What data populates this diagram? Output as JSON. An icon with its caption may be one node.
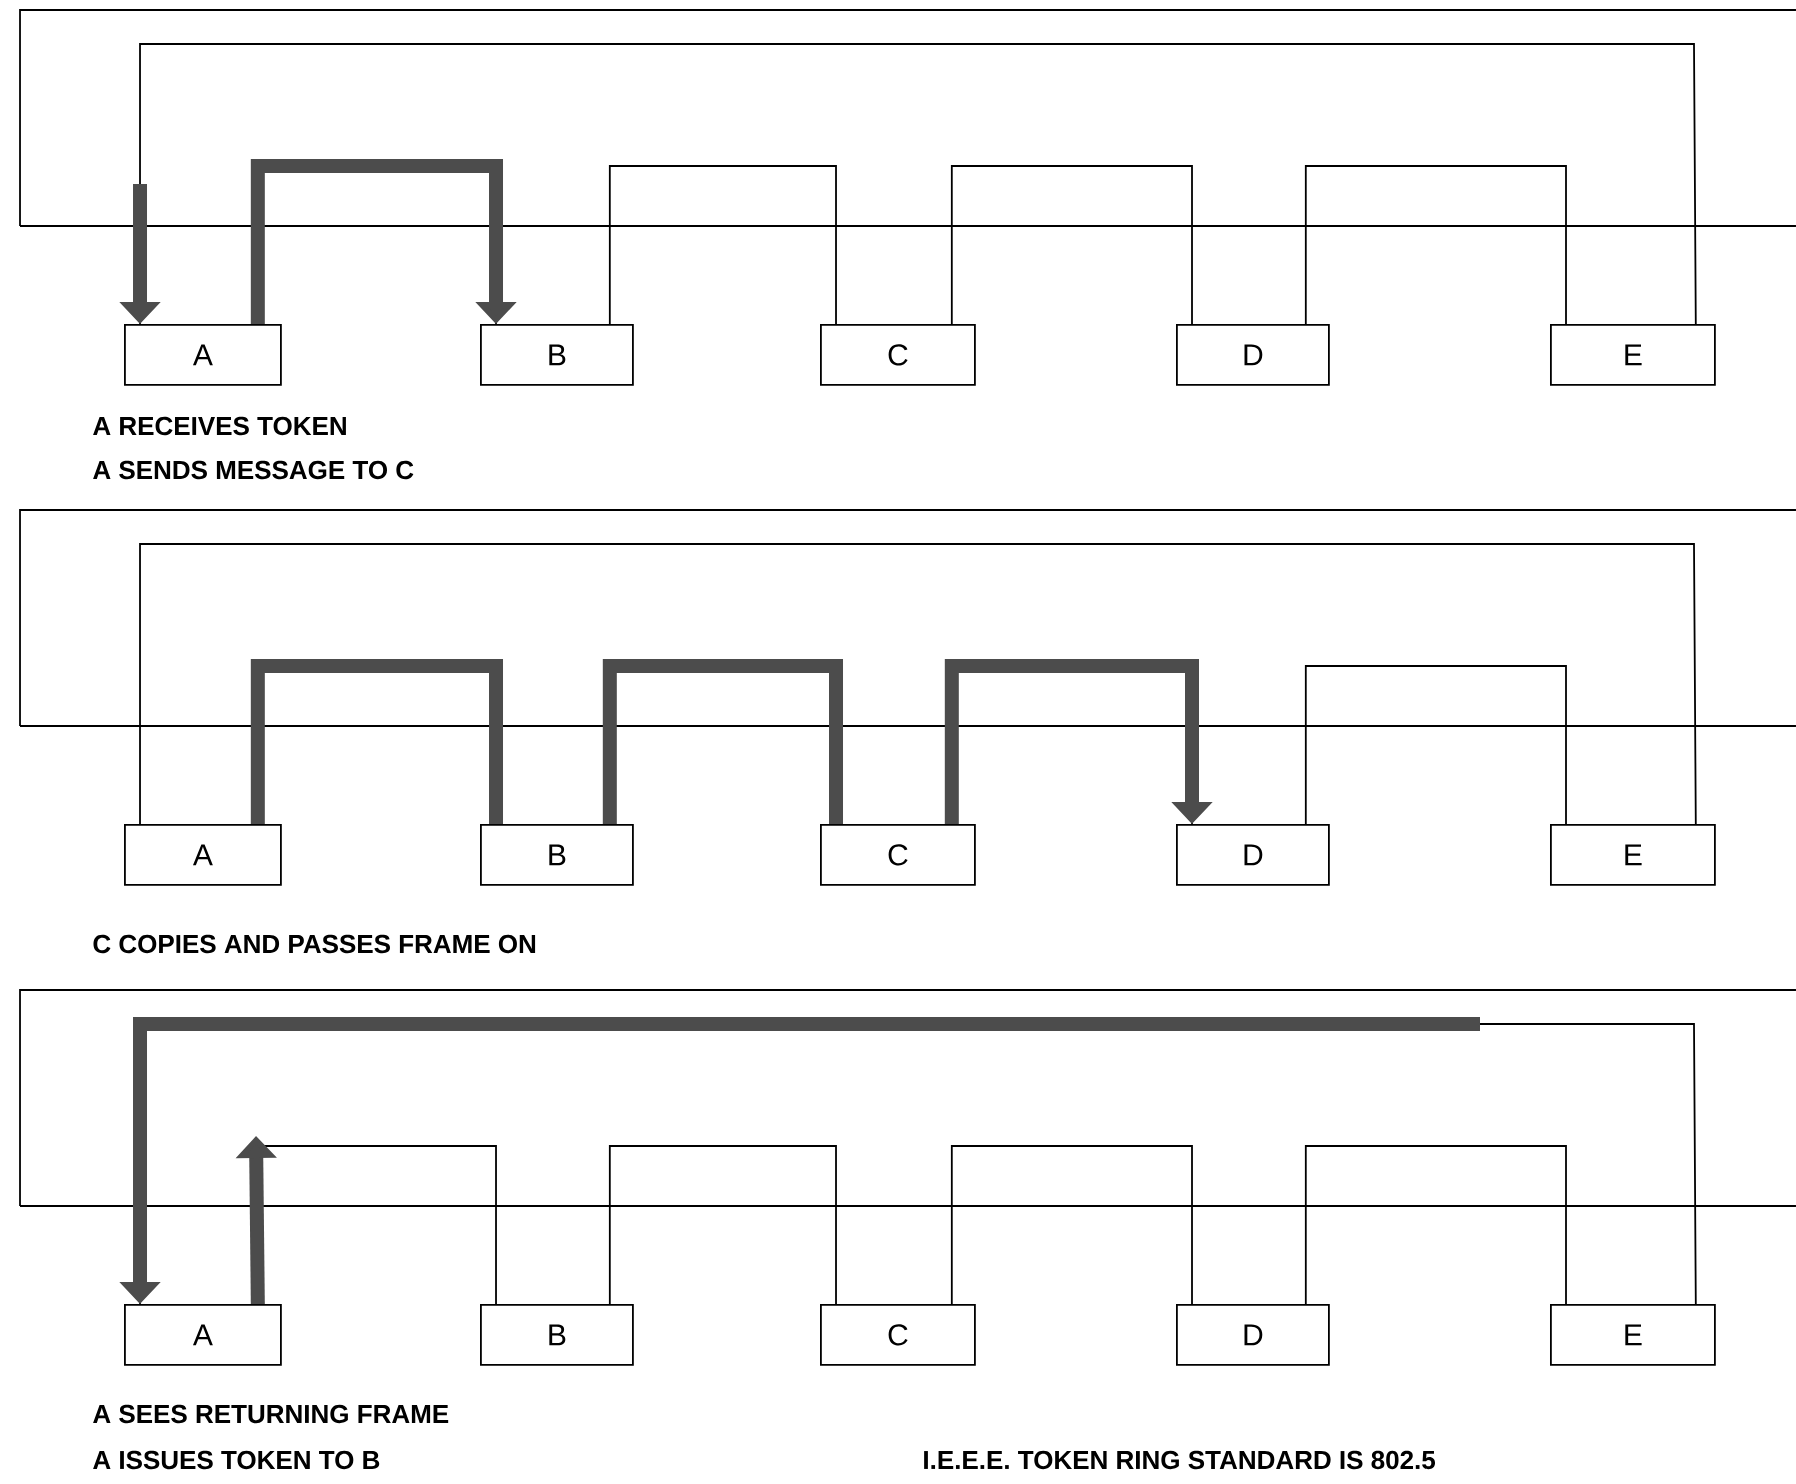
{
  "diagram": {
    "nodes": [
      {
        "text": [
          "A"
        ]
      },
      {
        "text": [
          "B"
        ]
      },
      {
        "text": [
          "C"
        ]
      },
      {
        "text": [
          "D"
        ]
      },
      {
        "text": [
          "E"
        ]
      },
      {
        "text": [
          "A"
        ]
      },
      {
        "text": [
          "B"
        ]
      },
      {
        "text": [
          "C"
        ]
      },
      {
        "text": [
          "D"
        ]
      },
      {
        "text": [
          "E"
        ]
      },
      {
        "text": [
          "A"
        ]
      },
      {
        "text": [
          "B"
        ]
      },
      {
        "text": [
          "C"
        ]
      },
      {
        "text": [
          "D"
        ]
      },
      {
        "text": [
          "E"
        ]
      }
    ],
    "edges": [
      {
        "from": 0,
        "to": 1,
        "arrow": "none"
      },
      {
        "from": 1,
        "to": 2,
        "arrow": "none"
      },
      {
        "from": 2,
        "to": 3,
        "arrow": "none"
      },
      {
        "from": 3,
        "to": 4,
        "arrow": "none"
      },
      {
        "from": 4,
        "to": 0,
        "arrow": "none"
      },
      {
        "from": null,
        "to": 0,
        "arrow": "to",
        "style": "thick"
      },
      {
        "from": 0,
        "to": 1,
        "arrow": "to",
        "style": "thick"
      },
      {
        "from": 7,
        "to": 8,
        "arrow": "none"
      },
      {
        "from": 8,
        "to": 9,
        "arrow": "none"
      },
      {
        "from": 9,
        "to": 5,
        "arrow": "none"
      },
      {
        "from": 5,
        "to": 6,
        "arrow": "none",
        "style": "thick"
      },
      {
        "from": 6,
        "to": 7,
        "arrow": "none",
        "style": "thick"
      },
      {
        "from": 7,
        "to": 8,
        "arrow": "to",
        "style": "thick"
      },
      {
        "from": 10,
        "to": 11,
        "arrow": "none"
      },
      {
        "from": 11,
        "to": 12,
        "arrow": "none"
      },
      {
        "from": 12,
        "to": 13,
        "arrow": "none"
      },
      {
        "from": 13,
        "to": 14,
        "arrow": "none"
      },
      {
        "from": 14,
        "to": 10,
        "arrow": "none"
      },
      {
        "from": null,
        "to": 10,
        "arrow": "to",
        "style": "thick"
      },
      {
        "from": 10,
        "to": null,
        "arrow": "to",
        "style": "thick"
      }
    ],
    "labels": [
      "A RECEIVES TOKEN",
      "A SENDS MESSAGE TO C",
      "C COPIES AND PASSES FRAME ON",
      "A SEES RETURNING FRAME",
      "A ISSUES TOKEN TO B",
      "I.E.E.E. TOKEN RING STANDARD IS 802.5"
    ]
  }
}
